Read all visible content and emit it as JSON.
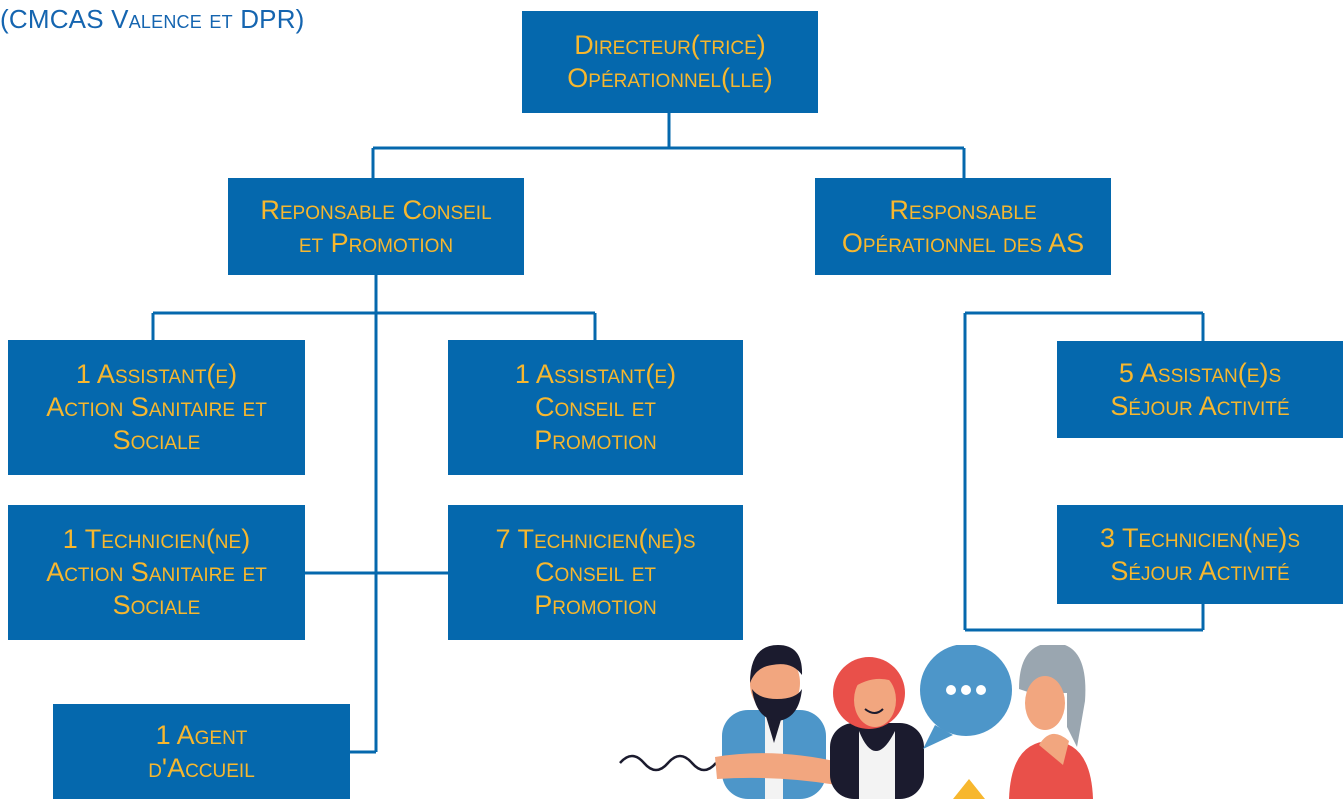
{
  "header": {
    "subtitle": "(CMCAS Valence et DPR)"
  },
  "org_chart": {
    "director": {
      "line1": "Directeur(trice)",
      "line2": "Opérationnel(lle)"
    },
    "conseil_head": {
      "line1": "Reponsable Conseil",
      "line2": "et Promotion"
    },
    "as_head": {
      "line1": "Responsable",
      "line2": "Opérationnel des AS"
    },
    "assistant_ass": {
      "line1": "1 Assistant(e)",
      "line2": "Action Sanitaire et",
      "line3": "Sociale"
    },
    "technicien_ass": {
      "line1": "1 Technicien(ne)",
      "line2": "Action Sanitaire et",
      "line3": "Sociale"
    },
    "agent_accueil": {
      "line1": "1 Agent",
      "line2": "d'Accueil"
    },
    "assistant_conseil": {
      "line1": "1 Assistant(e)",
      "line2": "Conseil et",
      "line3": "Promotion"
    },
    "techniciens_conseil": {
      "line1": "7 Technicien(ne)s",
      "line2": "Conseil et",
      "line3": "Promotion"
    },
    "assistants_sejour": {
      "line1": "5 Assistan(e)s",
      "line2": "Séjour Activité"
    },
    "techniciens_sejour": {
      "line1": "3 Technicien(ne)s",
      "line2": "Séjour Activité"
    }
  },
  "colors": {
    "box_fill": "#0568ad",
    "box_text": "#f7b72e",
    "connector": "#0568ad",
    "subtitle": "#1565b0"
  },
  "illustration": {
    "icon": "people-conversation-illustration"
  }
}
